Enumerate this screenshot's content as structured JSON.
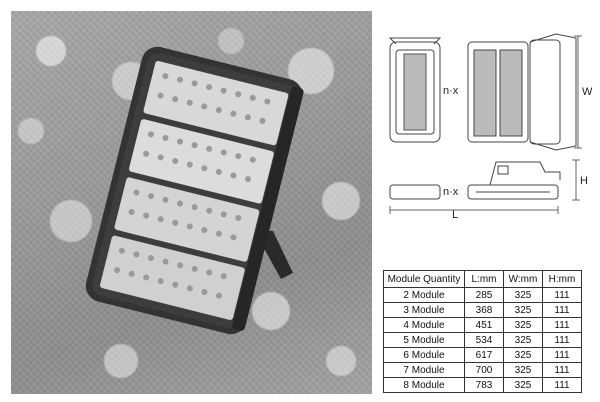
{
  "drawing_labels": {
    "nx_top": "n·x",
    "w": "W",
    "nx_side": "n·x",
    "h": "H",
    "l": "L"
  },
  "spec_table": {
    "headers": [
      "Module Quantity",
      "L:mm",
      "W:mm",
      "H:mm"
    ],
    "rows": [
      [
        "2 Module",
        "285",
        "325",
        "111"
      ],
      [
        "3 Module",
        "368",
        "325",
        "111"
      ],
      [
        "4 Module",
        "451",
        "325",
        "111"
      ],
      [
        "5 Module",
        "534",
        "325",
        "111"
      ],
      [
        "6 Module",
        "617",
        "325",
        "111"
      ],
      [
        "7 Module",
        "700",
        "325",
        "111"
      ],
      [
        "8 Module",
        "783",
        "325",
        "111"
      ]
    ]
  }
}
